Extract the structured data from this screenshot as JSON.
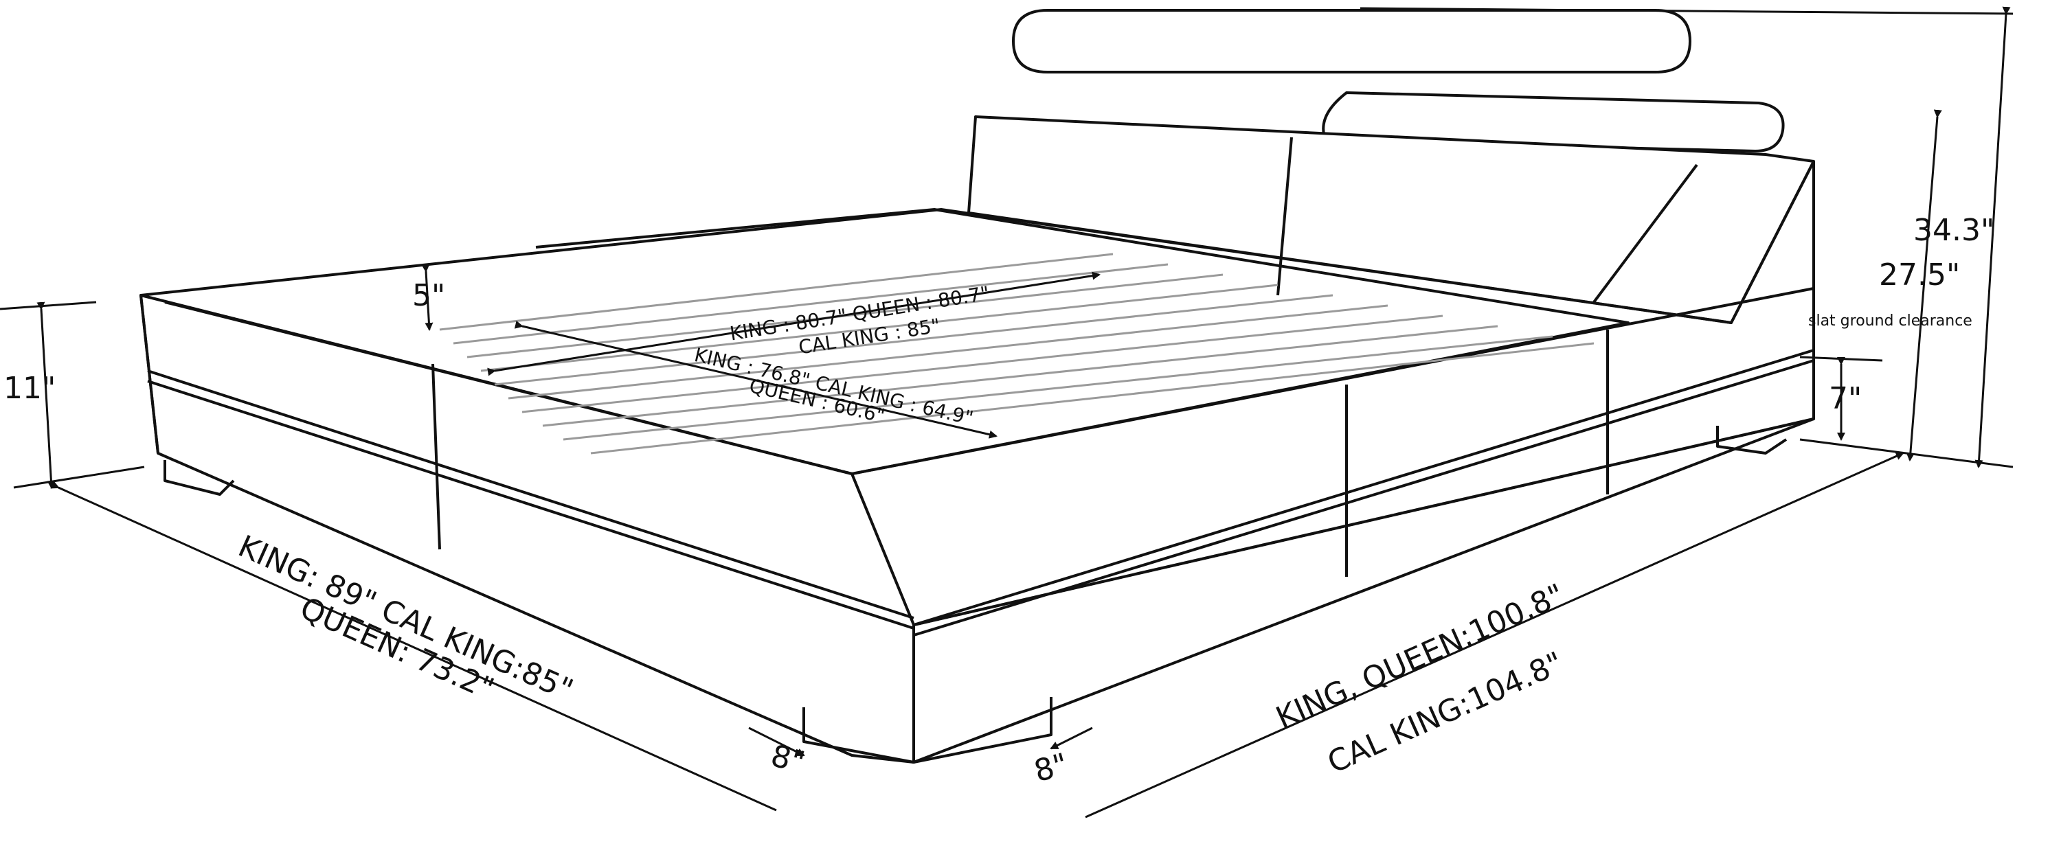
{
  "diagram": {
    "subject": "platform bed with adjustable headrests — dimension drawing",
    "colors": {
      "line": "#111111",
      "slat": "#9a9a9a",
      "background": "#ffffff"
    },
    "dimensions": {
      "overall_height": "34.3\"",
      "headboard_height": "27.5\"",
      "side_rail_height": "11\"",
      "rail_depth": "5\"",
      "slat_clearance_label": "slat ground clearance",
      "slat_clearance_value": "7\"",
      "inner_length_line1": "KING : 80.7\"  QUEEN : 80.7\"",
      "inner_length_line2": "CAL KING : 85\"",
      "inner_width_line1": "KING : 76.8\" CAL KING : 64.9\"",
      "inner_width_line2": "QUEEN : 60.6\"",
      "overall_width_line1": "KING: 89\"  CAL KING:85\"",
      "overall_width_line2": "QUEEN: 73.2\"",
      "overall_length_line1": "KING, QUEEN:100.8\"",
      "overall_length_line2": "CAL KING:104.8\"",
      "leg_left": "8\"",
      "leg_right": "8\""
    }
  }
}
